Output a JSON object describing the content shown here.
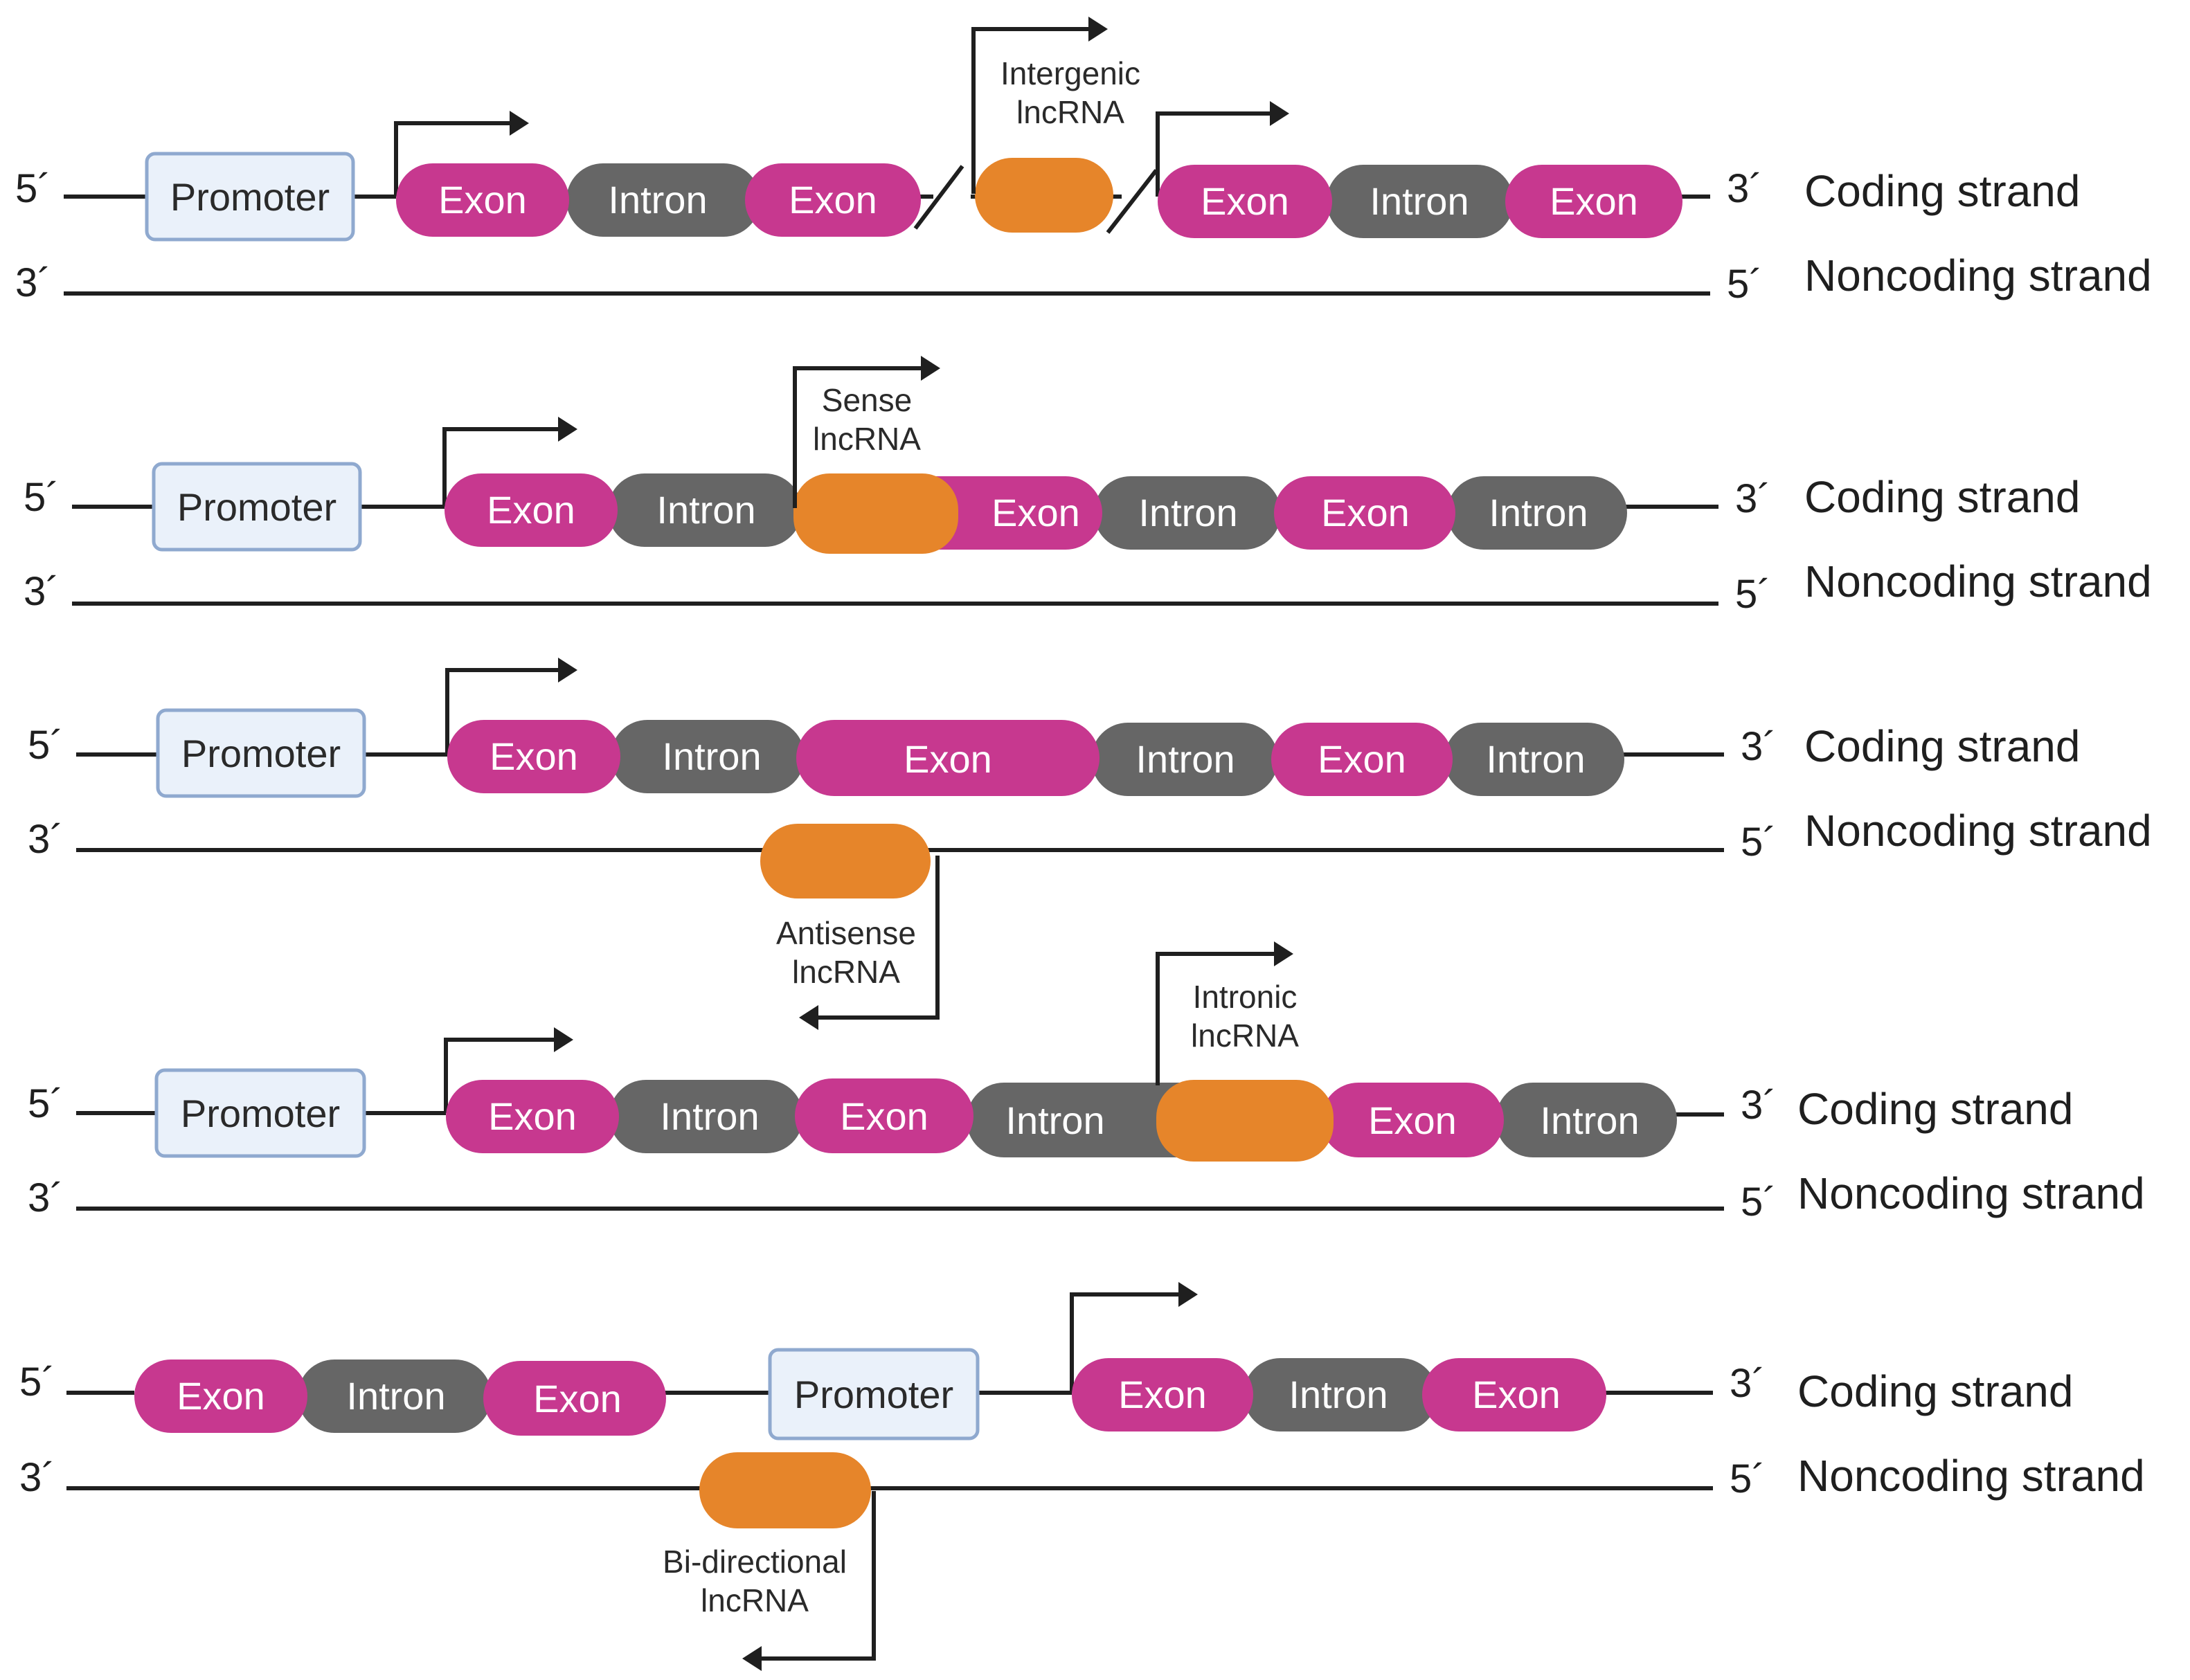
{
  "labels": {
    "five_prime": "5´",
    "three_prime": "3´",
    "coding_strand": "Coding strand",
    "noncoding_strand": "Noncoding strand",
    "promoter": "Promoter",
    "exon": "Exon",
    "intron": "Intron"
  },
  "lncrna_types": [
    {
      "id": "intergenic",
      "line1": "Intergenic",
      "line2": "lncRNA"
    },
    {
      "id": "sense",
      "line1": "Sense",
      "line2": "lncRNA"
    },
    {
      "id": "antisense",
      "line1": "Antisense",
      "line2": "lncRNA"
    },
    {
      "id": "intronic",
      "line1": "Intronic",
      "line2": "lncRNA"
    },
    {
      "id": "bidirectional",
      "line1": "Bi-directional",
      "line2": "lncRNA"
    }
  ],
  "colors": {
    "exon": "#c7388f",
    "intron": "#666666",
    "lncrna": "#e6852a",
    "promoter_fill": "#eaf1fa",
    "promoter_border": "#8fa9cf",
    "line": "#1f1f1f"
  },
  "panels": [
    {
      "id": "intergenic",
      "segments_left": [
        "Exon",
        "Intron",
        "Exon"
      ],
      "segments_right": [
        "Exon",
        "Intron",
        "Exon"
      ]
    },
    {
      "id": "sense",
      "segments": [
        "Exon",
        "Intron",
        "Exon",
        "Intron",
        "Exon",
        "Intron"
      ]
    },
    {
      "id": "antisense",
      "segments": [
        "Exon",
        "Intron",
        "Exon",
        "Intron",
        "Exon",
        "Intron"
      ]
    },
    {
      "id": "intronic",
      "segments": [
        "Exon",
        "Intron",
        "Exon",
        "Intron",
        "Exon",
        "Intron"
      ]
    },
    {
      "id": "bidirectional",
      "segments_left": [
        "Exon",
        "Intron",
        "Exon"
      ],
      "segments_right": [
        "Exon",
        "Intron",
        "Exon"
      ]
    }
  ]
}
